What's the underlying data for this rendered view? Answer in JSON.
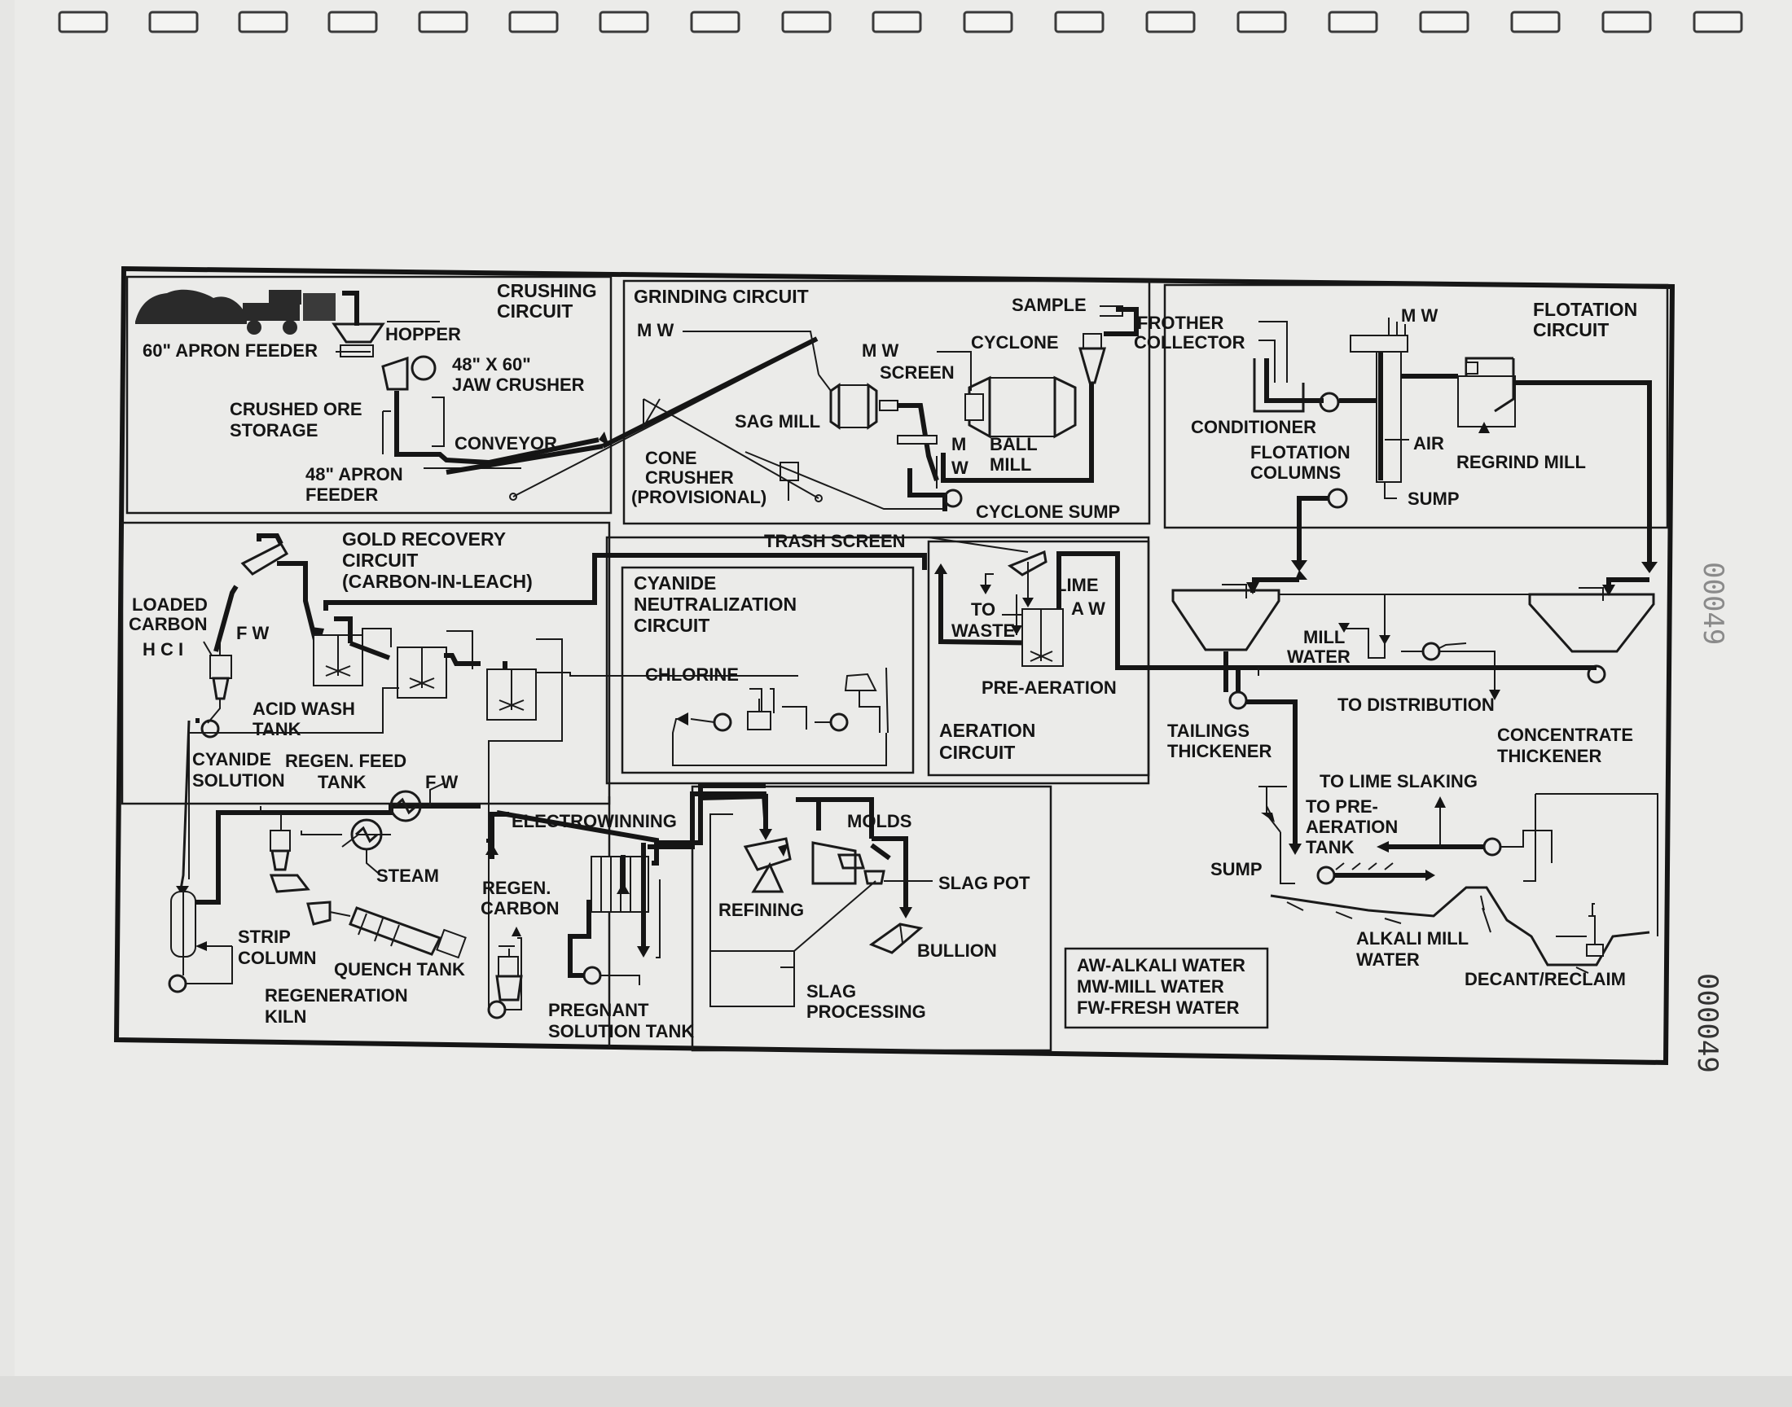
{
  "sections": {
    "crushing": {
      "title_line1": "CRUSHING",
      "title_line2": "CIRCUIT",
      "apron_feeder_60": "60\" APRON FEEDER",
      "hopper": "HOPPER",
      "jaw_crusher_line1": "48\" X 60\"",
      "jaw_crusher_line2": "JAW CRUSHER",
      "storage_line1": "CRUSHED ORE",
      "storage_line2": "STORAGE",
      "conveyor": "CONVEYOR",
      "apron_feeder_48_line1": "48\" APRON",
      "apron_feeder_48_line2": "FEEDER"
    },
    "grinding": {
      "title": "GRINDING CIRCUIT",
      "mw_left": "M W",
      "mw_screen": "M W",
      "screen": "SCREEN",
      "sample": "SAMPLE",
      "cyclone": "CYCLONE",
      "sag_mill": "SAG MILL",
      "ball_line1": "BALL",
      "ball_line2": "MILL",
      "m_letter": "M",
      "w_letter": "W",
      "cone_line1": "CONE",
      "cone_line2": "CRUSHER",
      "cone_line3": "(PROVISIONAL)",
      "cyclone_sump": "CYCLONE SUMP"
    },
    "flotation": {
      "title_line1": "FLOTATION",
      "title_line2": "CIRCUIT",
      "frother": "FROTHER",
      "collector": "COLLECTOR",
      "mw": "M W",
      "conditioner": "CONDITIONER",
      "columns_line1": "FLOTATION",
      "columns_line2": "COLUMNS",
      "air": "AIR",
      "regrind": "REGRIND MILL",
      "sump": "SUMP"
    },
    "gold_recovery": {
      "title_line1": "GOLD RECOVERY",
      "title_line2": "CIRCUIT",
      "title_line3": "(CARBON-IN-LEACH)",
      "loaded_line1": "LOADED",
      "loaded_line2": "CARBON",
      "fw": "F W",
      "hcl": "H C I",
      "acid_line1": "ACID WASH",
      "acid_line2": "TANK",
      "cyanide_line1": "CYANIDE",
      "cyanide_line2": "SOLUTION",
      "regen_feed_line1": "REGEN. FEED",
      "regen_feed_line2": "TANK",
      "fw2": "F W",
      "steam": "STEAM",
      "electrowinning": "ELECTROWINNING",
      "regen_carbon_line1": "REGEN.",
      "regen_carbon_line2": "CARBON",
      "strip_line1": "STRIP",
      "strip_line2": "COLUMN",
      "quench": "QUENCH TANK",
      "kiln_line1": "REGENERATION",
      "kiln_line2": "KILN",
      "pregnant_line1": "PREGNANT",
      "pregnant_line2": "SOLUTION TANK"
    },
    "refining": {
      "molds": "MOLDS",
      "refining": "REFINING",
      "slag_pot": "SLAG POT",
      "bullion": "BULLION",
      "slag_line1": "SLAG",
      "slag_line2": "PROCESSING"
    },
    "cyanide": {
      "title_line1": "CYANIDE",
      "title_line2": "NEUTRALIZATION",
      "title_line3": "CIRCUIT",
      "chlorine": "CHLORINE"
    },
    "aeration": {
      "trash_screen": "TRASH SCREEN",
      "to_waste_line1": "TO",
      "to_waste_line2": "WASTE",
      "lime": "LIME",
      "aw": "A W",
      "pre_aeration": "PRE-AERATION",
      "title_line1": "AERATION",
      "title_line2": "CIRCUIT"
    },
    "tailings": {
      "mill_line1": "MILL",
      "mill_line2": "WATER",
      "to_distribution": "TO DISTRIBUTION",
      "tailings_line1": "TAILINGS",
      "tailings_line2": "THICKENER",
      "concentrate_line1": "CONCENTRATE",
      "concentrate_line2": "THICKENER",
      "to_lime": "TO LIME SLAKING",
      "to_pre_line1": "TO PRE-",
      "to_pre_line2": "AERATION",
      "to_pre_line3": "TANK",
      "sump": "SUMP",
      "alkali_line1": "ALKALI MILL",
      "alkali_line2": "WATER",
      "decant": "DECANT/RECLAIM"
    }
  },
  "legend": {
    "items": [
      "AW-ALKALI WATER",
      "MW-MILL WATER",
      "FW-FRESH WATER"
    ]
  },
  "page_markings": {
    "doc_number": "000049",
    "faint_mark": "00049"
  }
}
